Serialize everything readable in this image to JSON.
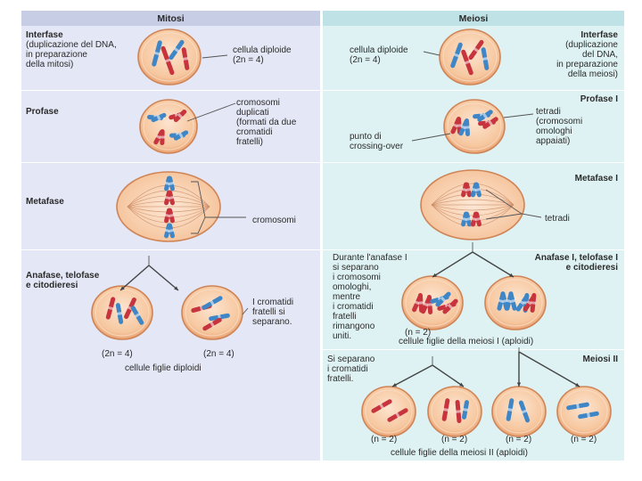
{
  "headers": {
    "mitosis": "Mitosi",
    "meiosis": "Meiosi"
  },
  "mitosis": {
    "interphase": {
      "label": "Interfase",
      "desc": [
        "(duplicazione del DNA,",
        "in preparazione",
        "della mitosi)"
      ],
      "cell_label": [
        "cellula diploide",
        "(2n = 4)"
      ]
    },
    "prophase": {
      "label": "Profase",
      "desc": [
        "cromosomi",
        "duplicati",
        "(formati da due",
        "cromatidi",
        "fratelli)"
      ]
    },
    "metaphase": {
      "label": "Metafase",
      "desc": "cromosomi"
    },
    "anaphase": {
      "label": [
        "Anafase, telofase",
        "e citodieresi"
      ],
      "desc": [
        "I cromatidi",
        "fratelli si",
        "separano."
      ],
      "ploidy": [
        "(2n = 4)",
        "(2n = 4)"
      ],
      "caption": "cellule figlie diploidi"
    }
  },
  "meiosis": {
    "interphase": {
      "label": [
        "Interfase",
        "(duplicazione",
        "del DNA,",
        "in preparazione",
        "della meiosi)"
      ],
      "cell_label": [
        "cellula diploide",
        "(2n = 4)"
      ]
    },
    "prophase1": {
      "label": "Profase I",
      "tetrad_desc": [
        "tetradi",
        "(cromosomi",
        "omologhi",
        "appaiati)"
      ],
      "crossover_desc": [
        "punto di",
        "crossing-over"
      ]
    },
    "metaphase1": {
      "label": "Metafase I",
      "desc": "tetradi"
    },
    "anaphase1": {
      "label": [
        "Anafase I, telofase I",
        "e citodieresi"
      ],
      "desc": [
        "Durante l'anafase I",
        "si separano",
        "i cromosomi",
        "omologhi,",
        "mentre",
        "i cromatidi",
        "fratelli",
        "rimangono",
        "uniti."
      ],
      "ploidy": "(n = 2)",
      "caption": "cellule figlie della meiosi I (aploidi)"
    },
    "meiosis2": {
      "label": "Meiosi II",
      "desc": [
        "Si separano",
        "i cromatidi",
        "fratelli."
      ],
      "ploidy": [
        "(n = 2)",
        "(n = 2)",
        "(n = 2)",
        "(n = 2)"
      ],
      "caption": "cellule figlie della meiosi II (aploidi)"
    }
  },
  "colors": {
    "left_panel": "#e4e7f5",
    "right_panel": "#dff2f3",
    "cell_fill": "#f5c49c",
    "cell_stroke": "#cf8456",
    "chrom_red": "#c7343d",
    "chrom_blue": "#3f86c6"
  }
}
